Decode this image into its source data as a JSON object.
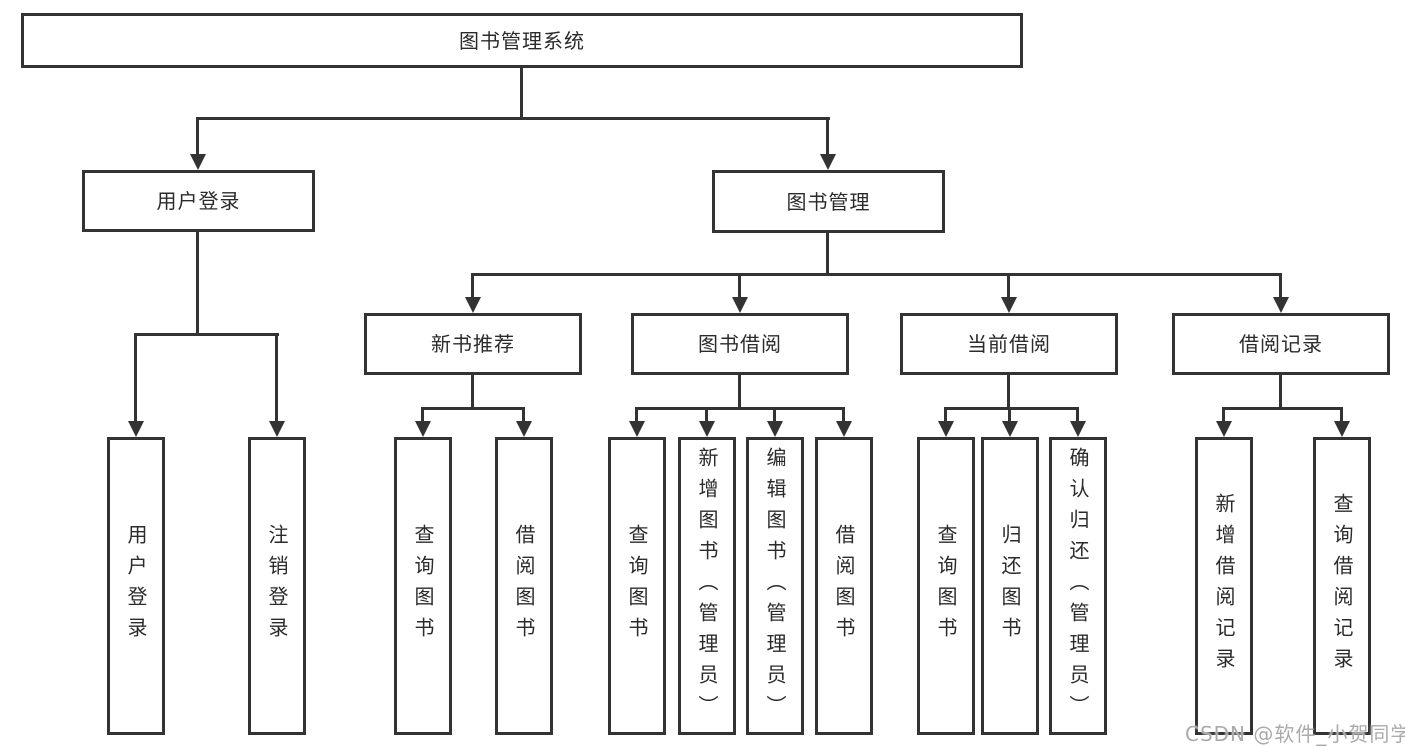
{
  "diagram": {
    "type": "hierarchy-tree",
    "title": "图书管理系统",
    "nodes": {
      "root": {
        "label": "图书管理系统"
      },
      "user_login": {
        "label": "用户登录"
      },
      "book_mgmt": {
        "label": "图书管理"
      },
      "new_book_rec": {
        "label": "新书推荐"
      },
      "book_borrow": {
        "label": "图书借阅"
      },
      "current_borrow": {
        "label": "当前借阅"
      },
      "borrow_record": {
        "label": "借阅记录"
      },
      "leaf_user_login": {
        "label": "用户登录"
      },
      "leaf_logout": {
        "label": "注销登录"
      },
      "leaf_query_book_a": {
        "label": "查询图书"
      },
      "leaf_borrow_book_a": {
        "label": "借阅图书"
      },
      "leaf_query_book_b": {
        "label": "查询图书"
      },
      "leaf_add_book": {
        "label": "新增图书（管理员）"
      },
      "leaf_edit_book": {
        "label": "编辑图书（管理员）"
      },
      "leaf_borrow_book_b": {
        "label": "借阅图书"
      },
      "leaf_query_book_c": {
        "label": "查询图书"
      },
      "leaf_return_book": {
        "label": "归还图书"
      },
      "leaf_confirm_return": {
        "label": "确认归还（管理员）"
      },
      "leaf_add_record": {
        "label": "新增借阅记录"
      },
      "leaf_query_record": {
        "label": "查询借阅记录"
      }
    },
    "colors": {
      "line": "#333333",
      "box_border": "#333333",
      "text": "#2b2b2b",
      "background": "#ffffff"
    }
  },
  "watermark": {
    "text": "CSDN @软件_小贺同学",
    "color": "#ababab"
  }
}
